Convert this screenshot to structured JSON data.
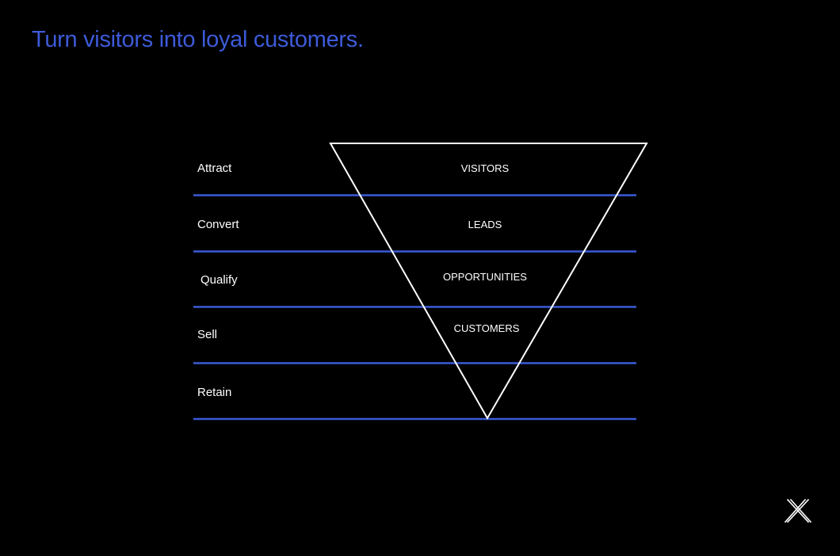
{
  "title": "Turn visitors into loyal customers.",
  "stages": [
    {
      "label": "Attract"
    },
    {
      "label": "Convert"
    },
    {
      "label": "Qualify"
    },
    {
      "label": "Sell"
    },
    {
      "label": "Retain"
    }
  ],
  "segments": [
    {
      "label": "VISITORS"
    },
    {
      "label": "LEADS"
    },
    {
      "label": "OPPORTUNITIES"
    },
    {
      "label": "CUSTOMERS"
    }
  ],
  "colors": {
    "background": "#000000",
    "title": "#3d5bd9",
    "divider": "#3a5ad8",
    "funnel_outline": "#ffffff",
    "text": "#ffffff"
  },
  "logo_icon": "x-logo-icon"
}
